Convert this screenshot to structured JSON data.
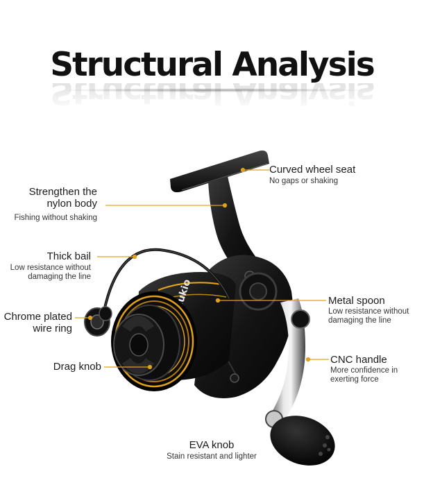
{
  "title": "Structural Analysis",
  "accent_color": "#e0a21a",
  "labels": {
    "curved_wheel_seat": {
      "heading": "Curved wheel seat",
      "sub": "No gaps or shaking"
    },
    "nylon_body": {
      "heading_1": "Strengthen the",
      "heading_2": "nylon body",
      "sub": "Fishing without shaking"
    },
    "thick_bail": {
      "heading": "Thick bail",
      "sub_1": "Low resistance without",
      "sub_2": "damaging the line"
    },
    "chrome_ring": {
      "heading_1": "Chrome plated",
      "heading_2": "wire ring"
    },
    "drag_knob": {
      "heading": "Drag knob"
    },
    "metal_spoon": {
      "heading": "Metal spoon",
      "sub_1": "Low resistance without",
      "sub_2": "damaging the line"
    },
    "cnc_handle": {
      "heading": "CNC handle",
      "sub_1": "More confidence in",
      "sub_2": "exerting force"
    },
    "eva_knob": {
      "heading": "EVA knob",
      "sub": "Stain resistant and lighter"
    }
  },
  "reel_brand_text": "deukio"
}
